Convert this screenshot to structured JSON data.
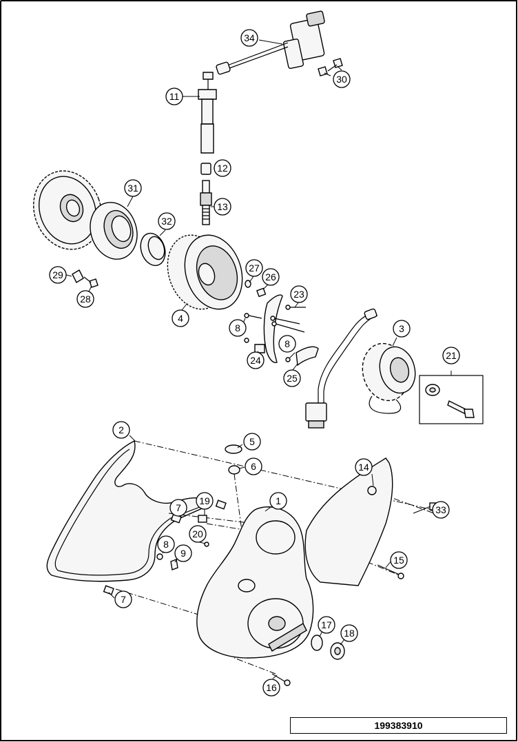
{
  "diagram_number": "199383910",
  "callouts": {
    "c34": "34",
    "c30": "30",
    "c11": "11",
    "c12": "12",
    "c13": "13",
    "c31": "31",
    "c32": "32",
    "c29": "29",
    "c28": "28",
    "c27": "27",
    "c26": "26",
    "c4": "4",
    "c23": "23",
    "c8a": "8",
    "c24": "24",
    "c8b": "8",
    "c25": "25",
    "c3": "3",
    "c21": "21",
    "c2": "2",
    "c5": "5",
    "c6": "6",
    "c14": "14",
    "c7a": "7",
    "c19": "19",
    "c1": "1",
    "c33": "33",
    "c20": "20",
    "c8c": "8",
    "c9": "9",
    "c15": "15",
    "c7b": "7",
    "c17": "17",
    "c18": "18",
    "c16": "16"
  }
}
